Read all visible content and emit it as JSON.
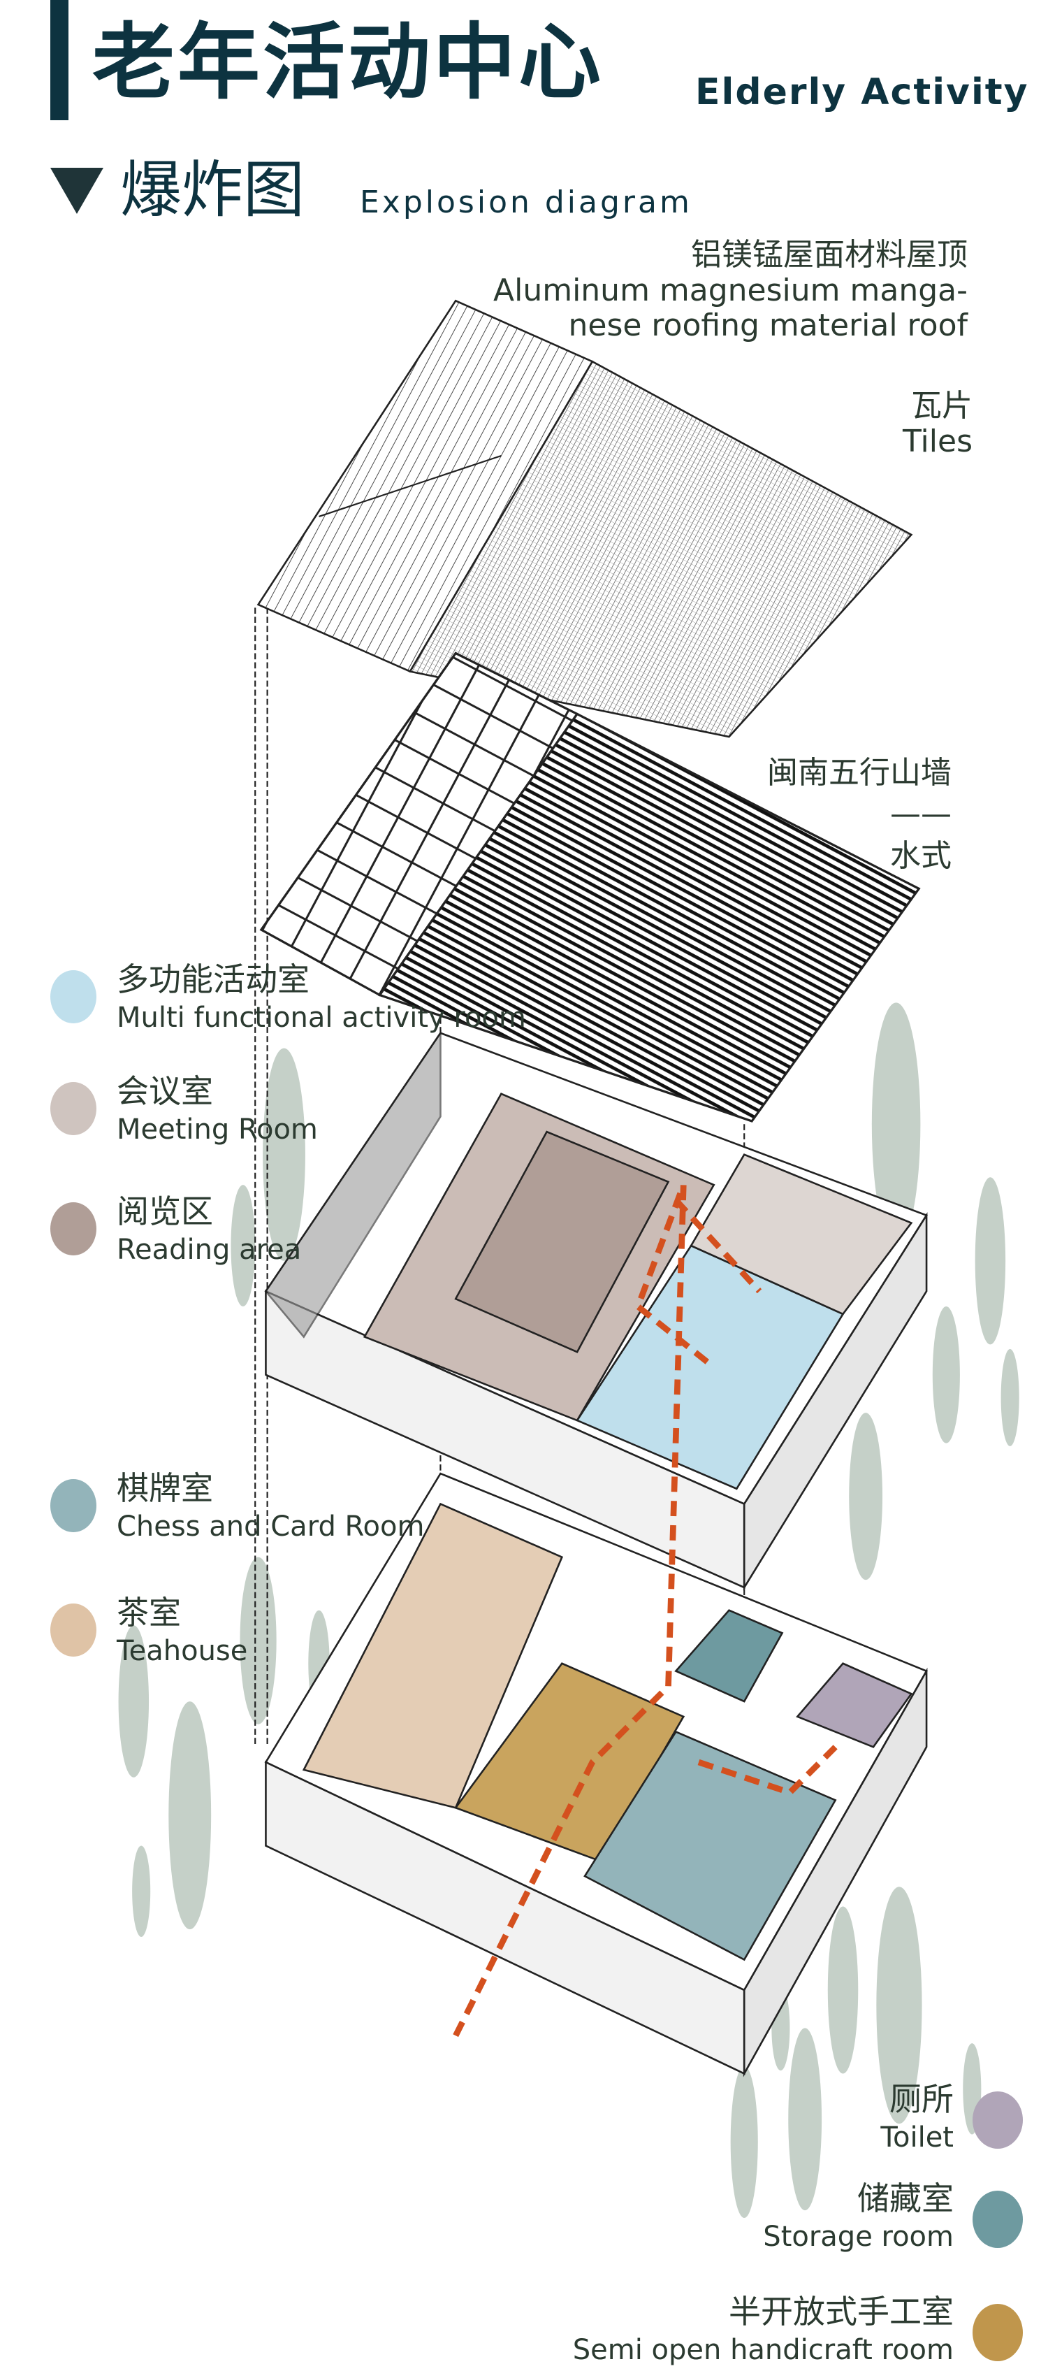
{
  "header": {
    "title_cn": "老年活动中心",
    "title_en": "Elderly Activity",
    "section_cn": "爆炸图",
    "section_en": "Explosion diagram"
  },
  "annotations": {
    "roof_cn": "铝镁锰屋面材料屋顶",
    "roof_en_1": "Aluminum magnesium manga-",
    "roof_en_2": "nese roofing material roof",
    "tiles_cn": "瓦片",
    "tiles_en": "Tiles",
    "gable_cn": "闽南五行山墙",
    "gable_dash": "——",
    "gable_type": "水式"
  },
  "legend_left": [
    {
      "cn": "多功能活动室",
      "en": "Multi functional activity room",
      "color": "#bfdfec"
    },
    {
      "cn": "会议室",
      "en": "Meeting Room",
      "color": "#cfc4bf"
    },
    {
      "cn": "阅览区",
      "en": "Reading area",
      "color": "#b09e97"
    },
    {
      "cn": "棋牌室",
      "en": "Chess and Card Room",
      "color": "#93b4ba"
    },
    {
      "cn": "茶室",
      "en": "Teahouse",
      "color": "#dfc3a6"
    }
  ],
  "legend_right": [
    {
      "cn": "厕所",
      "en": "Toilet",
      "color": "#b0a5b8"
    },
    {
      "cn": "储藏室",
      "en": "Storage room",
      "color": "#6e9aa0"
    },
    {
      "cn": "半开放式手工室",
      "en": "Semi open handicraft room",
      "color": "#c0964c"
    }
  ],
  "colors": {
    "title": "#0d3340",
    "text": "#2b3a30",
    "path": "#d4501e",
    "tree": "#c5d0c8"
  }
}
